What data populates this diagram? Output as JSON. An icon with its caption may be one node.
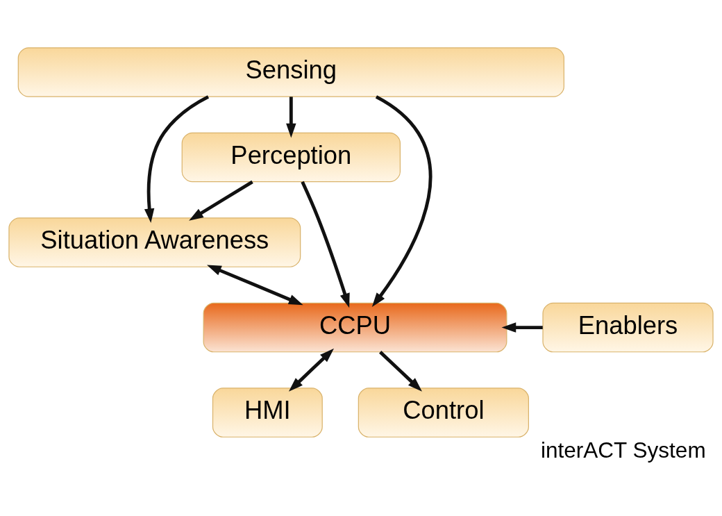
{
  "diagram": {
    "caption": "interACT System",
    "nodes": [
      {
        "text": [
          "Sensing"
        ]
      },
      {
        "text": [
          "Perception"
        ]
      },
      {
        "text": [
          "Situation Awareness"
        ]
      },
      {
        "text": [
          "CCPU"
        ]
      },
      {
        "text": [
          "Enablers"
        ]
      },
      {
        "text": [
          "HMI"
        ]
      },
      {
        "text": [
          "Control"
        ]
      }
    ],
    "edges": [
      {
        "from": 0,
        "to": 1,
        "arrow": "to"
      },
      {
        "from": 0,
        "to": 3,
        "arrow": "to"
      },
      {
        "from": 0,
        "to": 2,
        "arrow": "to"
      },
      {
        "from": 1,
        "to": 3,
        "arrow": "to"
      },
      {
        "from": 1,
        "to": 2,
        "arrow": "to"
      },
      {
        "from": 2,
        "to": 3,
        "arrow": "both"
      },
      {
        "from": 4,
        "to": 3,
        "arrow": "to"
      },
      {
        "from": 3,
        "to": 5,
        "arrow": "both"
      },
      {
        "from": 3,
        "to": 6,
        "arrow": "to"
      }
    ]
  }
}
